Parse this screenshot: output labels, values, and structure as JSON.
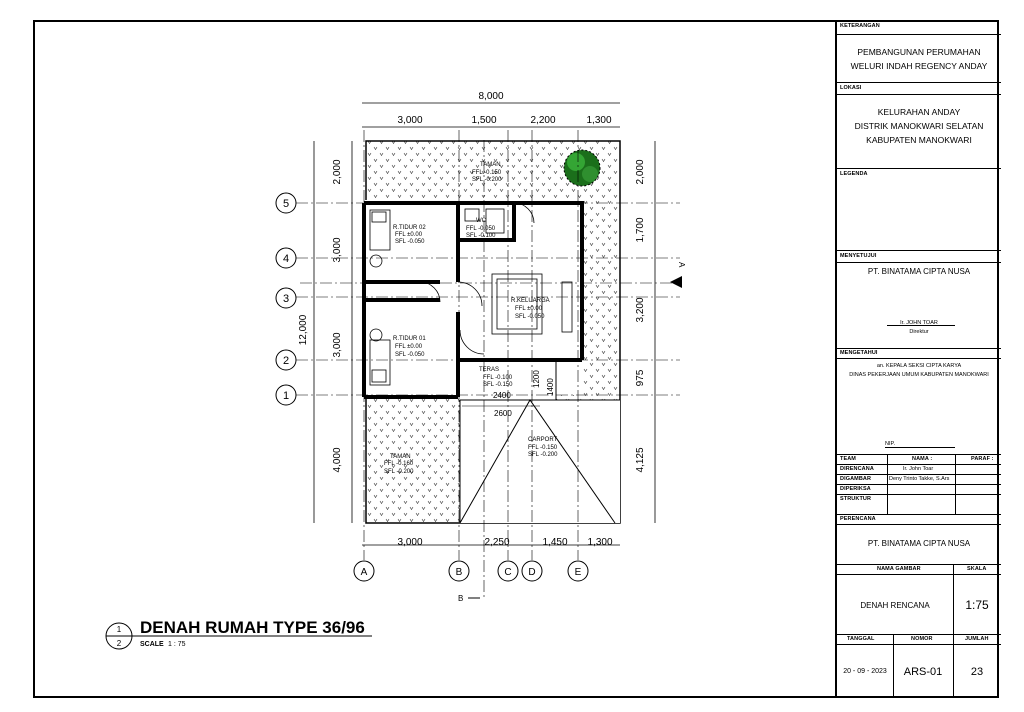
{
  "drawing": {
    "title": "DENAH RUMAH TYPE 36/96",
    "scale_label": "SCALE",
    "scale_value": "1 : 75",
    "detail_num_top": "1",
    "detail_num_bottom": "2",
    "dims_top": [
      "8,000",
      "3,000",
      "1,500",
      "2,200",
      "1,300"
    ],
    "dims_bottom": [
      "3,000",
      "2,250",
      "1,450",
      "1,300"
    ],
    "dims_left": [
      "2,000",
      "3,000",
      "12,000",
      "3,000",
      "4,000"
    ],
    "dims_right": [
      "2,000",
      "1,700",
      "3,200",
      "975",
      "4,125"
    ],
    "grid_rows": [
      "5",
      "4",
      "3",
      "2",
      "1"
    ],
    "grid_cols": [
      "A",
      "B",
      "C",
      "D",
      "E"
    ],
    "section_a": "A",
    "section_b": "B",
    "rooms": [
      {
        "name": "TAMAN",
        "ffl": "FFL  -0.150",
        "sfl": "SFL  -0.200"
      },
      {
        "name": "R.TIDUR 02",
        "ffl": "FFL  ±0.00",
        "sfl": "SFL  -0.050"
      },
      {
        "name": "WC",
        "ffl": "FFL  -0.050",
        "sfl": "SFL  -0.100"
      },
      {
        "name": "R.KELUARGA",
        "ffl": "FFL  ±0.00",
        "sfl": "SFL  -0.050"
      },
      {
        "name": "R.TIDUR 01",
        "ffl": "FFL  ±0.00",
        "sfl": "SFL  -0.050"
      },
      {
        "name": "TERAS",
        "ffl": "FFL  -0.100",
        "sfl": "SFL  -0.150"
      },
      {
        "name": "CARPORT",
        "ffl": "FFL  -0.150",
        "sfl": "SFL  -0.200"
      },
      {
        "name": "TAMAN",
        "ffl": "FFL  -0.160",
        "sfl": "SFL  -0.200"
      }
    ],
    "inner_dims": [
      "2400",
      "2600",
      "1200",
      "1400"
    ]
  },
  "titleblock": {
    "keterangan_label": "KETERANGAN",
    "project_line1": "PEMBANGUNAN PERUMAHAN",
    "project_line2": "WELURI INDAH REGENCY ANDAY",
    "lokasi_label": "LOKASI",
    "lokasi_line1": "KELURAHAN ANDAY",
    "lokasi_line2": "DISTRIK MANOKWARI SELATAN",
    "lokasi_line3": "KABUPATEN MANOKWARI",
    "legenda_label": "LEGENDA",
    "menyetujui_label": "MENYETUJUI",
    "company": "PT. BINATAMA CIPTA NUSA",
    "director_name": "Ir. JOHN TOAR",
    "director_title": "Direktur",
    "mengetahui_label": "MENGETAHUI",
    "mengetahui_line1": "an. KEPALA SEKSI CIPTA KARYA",
    "mengetahui_line2": "DINAS PEKERJAAN UMUM KABUPATEN MANOKWARI",
    "nip_label": "NIP.",
    "team_headers": [
      "TEAM",
      "NAMA :",
      "PARAF :"
    ],
    "team_rows": [
      {
        "role": "DIRENCANA",
        "name": "Ir. John Toar"
      },
      {
        "role": "DIGAMBAR",
        "name": "Deny Trinto Takke, S.Ars"
      },
      {
        "role": "DIPERIKSA",
        "name": ""
      },
      {
        "role": "STRUKTUR",
        "name": ""
      }
    ],
    "perencana_label": "PERENCANA",
    "perencana": "PT. BINATAMA CIPTA NUSA",
    "nama_gambar_label": "NAMA GAMBAR",
    "skala_label": "SKALA",
    "nama_gambar": "DENAH RENCANA",
    "skala": "1:75",
    "tanggal_label": "TANGGAL",
    "nomor_label": "NOMOR",
    "jumlah_label": "JUMLAH",
    "tanggal": "20 - 09 - 2023",
    "nomor": "ARS-01",
    "jumlah": "23"
  }
}
